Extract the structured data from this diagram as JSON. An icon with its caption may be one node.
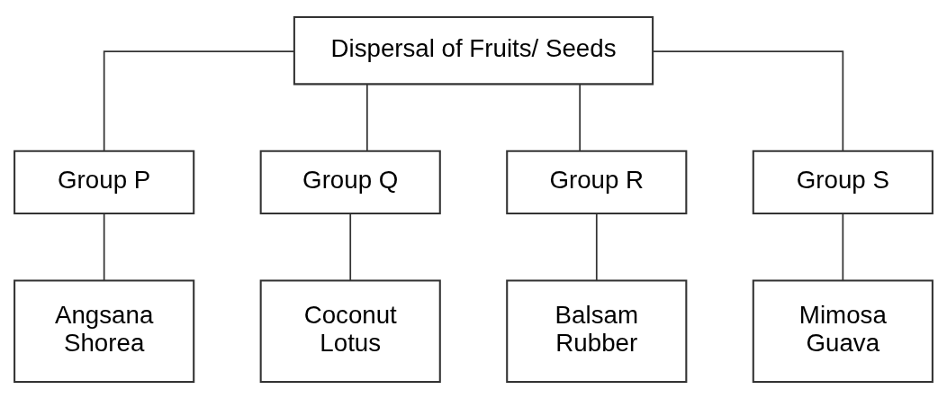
{
  "diagram": {
    "nodes": [
      {
        "text": [
          "Dispersal of Fruits/ Seeds"
        ]
      },
      {
        "text": [
          "Group P"
        ]
      },
      {
        "text": [
          "Group Q"
        ]
      },
      {
        "text": [
          "Group R"
        ]
      },
      {
        "text": [
          "Group S"
        ]
      },
      {
        "text": [
          "Angsana",
          "Shorea"
        ]
      },
      {
        "text": [
          "Coconut",
          "Lotus"
        ]
      },
      {
        "text": [
          "Balsam",
          "Rubber"
        ]
      },
      {
        "text": [
          "Mimosa",
          "Guava"
        ]
      }
    ],
    "edges": [
      {
        "from": 0,
        "to": 1,
        "arrow": "none"
      },
      {
        "from": 0,
        "to": 2,
        "arrow": "none"
      },
      {
        "from": 0,
        "to": 3,
        "arrow": "none"
      },
      {
        "from": 0,
        "to": 4,
        "arrow": "none"
      },
      {
        "from": 1,
        "to": 5,
        "arrow": "none"
      },
      {
        "from": 2,
        "to": 6,
        "arrow": "none"
      },
      {
        "from": 3,
        "to": 7,
        "arrow": "none"
      },
      {
        "from": 4,
        "to": 8,
        "arrow": "none"
      }
    ]
  }
}
